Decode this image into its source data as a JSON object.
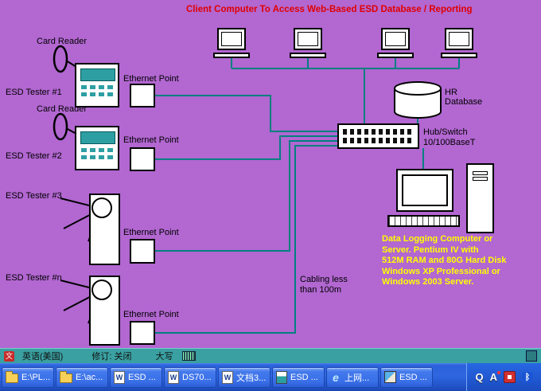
{
  "colors": {
    "background": "#B267D1",
    "wire_teal": "#008080",
    "title_red": "#E10000",
    "note_yellow": "#FFFF00",
    "device_screen_teal": "#2D9FA3",
    "statusbar_teal": "#3AA0A2",
    "taskbar_blue": "#2F67E1"
  },
  "title": "Client Computer To Access  Web-Based ESD Database / Reporting",
  "diagram": {
    "card_reader_label": "Card Reader",
    "ethernet_point_label": "Ethernet Point",
    "testers": [
      "ESD Tester #1",
      "ESD Tester #2",
      "ESD Tester #3",
      "ESD Tester #n"
    ],
    "hr_database": {
      "line1": "HR",
      "line2": "Database"
    },
    "hub": {
      "line1": "Hub/Switch",
      "line2": "10/100BaseT"
    },
    "cabling": {
      "line1": "Cabling less",
      "line2": "than 100m"
    },
    "note_lines": [
      "Data Logging Computer or",
      "Server. Pentium IV with",
      "512M RAM and 80G Hard Disk",
      "Windows XP Professional or",
      "Windows 2003 Server."
    ]
  },
  "statusbar": {
    "ime_badge": "文",
    "language": "英语(美国)",
    "revision": "修订: 关闭",
    "caps": "大写"
  },
  "taskbar": {
    "buttons": [
      {
        "label": "E:\\PL...",
        "icon": "folder-icon"
      },
      {
        "label": "E:\\ac...",
        "icon": "folder-icon"
      },
      {
        "label": "ESD ...",
        "icon": "word-icon"
      },
      {
        "label": "DS70...",
        "icon": "word-icon"
      },
      {
        "label": "文档3...",
        "icon": "word-icon"
      },
      {
        "label": "ESD ...",
        "icon": "document-icon"
      },
      {
        "label": "上网...",
        "icon": "ie-icon"
      },
      {
        "label": "ESD ...",
        "icon": "image-icon"
      }
    ],
    "tray": {
      "qq": "Q",
      "ime": "A",
      "bluetooth": "ᛒ"
    }
  }
}
